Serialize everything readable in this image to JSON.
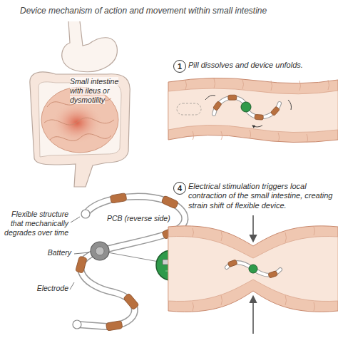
{
  "diagram": {
    "title": "Device mechanism of action and movement within small intestine",
    "nodes": [
      {
        "text": [
          "1"
        ]
      },
      {
        "text": [
          "4"
        ]
      }
    ],
    "labels": [
      "Small intestine with ileus or dysmotility",
      "Flexible structure that mechanically degrades over time",
      "PCB (reverse side)",
      "Battery",
      "Electrode",
      "Pill dissolves and device unfolds.",
      "Electrical stimulation triggers local contraction of the small intestine, creating strain shift of flexible device."
    ]
  }
}
